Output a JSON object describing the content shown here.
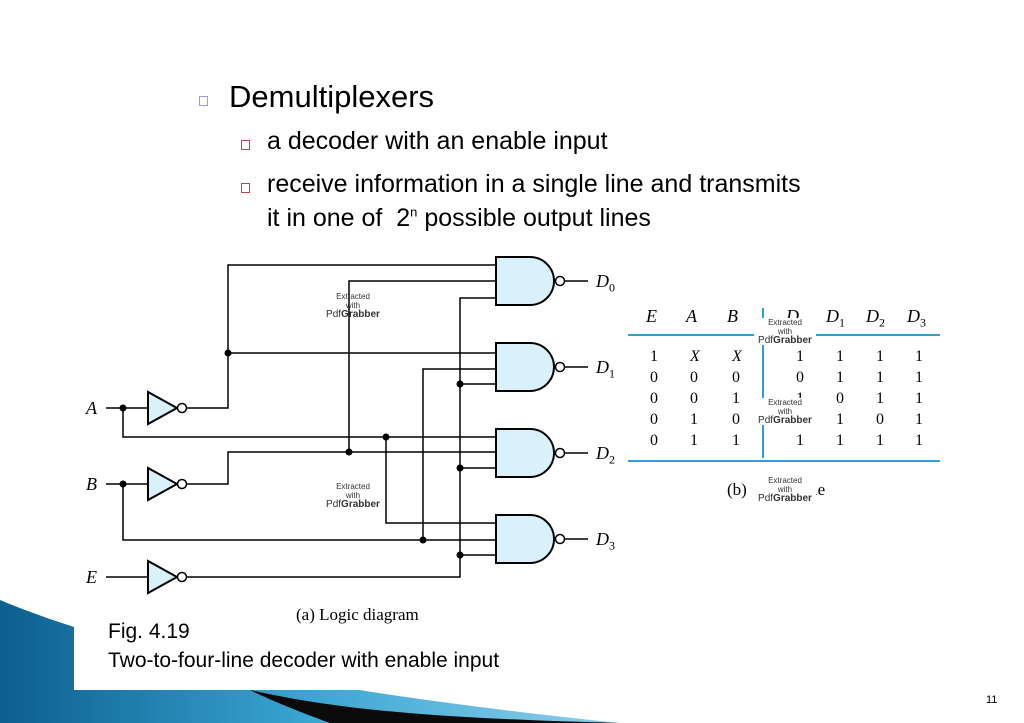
{
  "slide": {
    "title": "Demultiplexers",
    "bullets": [
      "a decoder with an enable input",
      "receive information in a single line and transmits"
    ],
    "bullet2_line2_pre": "it in one of  2",
    "bullet2_sup": "n",
    "bullet2_line2_post": "possible output lines",
    "page_number": "11"
  },
  "diagram": {
    "inputs": [
      "A",
      "B",
      "E"
    ],
    "outputs": [
      "D",
      "D",
      "D",
      "D"
    ],
    "output_subs": [
      "0",
      "1",
      "2",
      "3"
    ],
    "caption": "(a) Logic diagram"
  },
  "truth_table": {
    "headers": [
      "E",
      "A",
      "B"
    ],
    "out_headers": [
      "D",
      "D",
      "D",
      "D"
    ],
    "out_subs": [
      "0",
      "1",
      "2",
      "3"
    ],
    "rows": [
      [
        "1",
        "X",
        "X",
        "1",
        "1",
        "1",
        "1"
      ],
      [
        "0",
        "0",
        "0",
        "0",
        "1",
        "1",
        "1"
      ],
      [
        "0",
        "0",
        "1",
        "1",
        "0",
        "1",
        "1"
      ],
      [
        "0",
        "1",
        "0",
        "1",
        "1",
        "0",
        "1"
      ],
      [
        "0",
        "1",
        "1",
        "1",
        "1",
        "1",
        "1"
      ]
    ],
    "caption_prefix": "(b)",
    "caption_suffix": "able"
  },
  "watermark": {
    "line1": "Extracted",
    "line2": "with",
    "brand_a": "Pdf",
    "brand_b": "Grabber"
  },
  "figure": {
    "label": "Fig. 4.19",
    "description": "Two-to-four-line decoder with enable input"
  },
  "theme": {
    "gate_fill": "#d9f1fb",
    "table_rule": "#2e9fd6",
    "accent_blue": "#1f6fa5"
  }
}
